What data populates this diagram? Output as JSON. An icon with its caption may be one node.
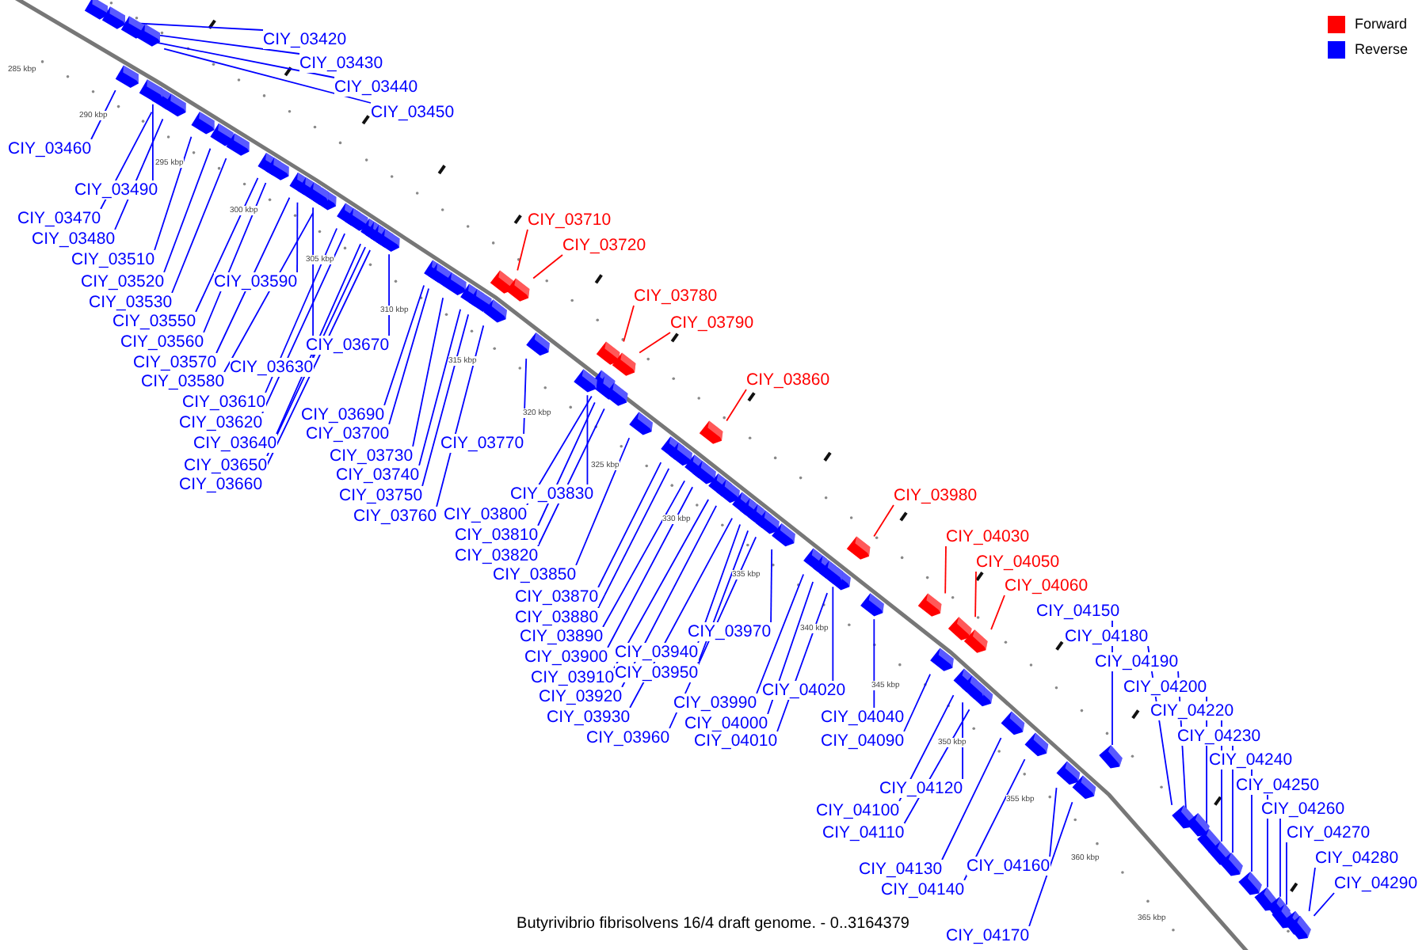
{
  "diagram": {
    "caption": "Butyrivibrio fibrisolvens 16/4 draft genome. - 0..3164379",
    "nodes": [
      {
        "text": [
          "CIY_03420"
        ]
      },
      {
        "text": [
          "CIY_03430"
        ]
      },
      {
        "text": [
          "CIY_03440"
        ]
      },
      {
        "text": [
          "CIY_03450"
        ]
      },
      {
        "text": [
          "CIY_03460"
        ]
      },
      {
        "text": [
          "CIY_03470"
        ]
      },
      {
        "text": [
          "CIY_03480"
        ]
      },
      {
        "text": [
          "CIY_03490"
        ]
      },
      {
        "text": [
          "CIY_03510"
        ]
      },
      {
        "text": [
          "CIY_03520"
        ]
      },
      {
        "text": [
          "CIY_03530"
        ]
      },
      {
        "text": [
          "CIY_03550"
        ]
      },
      {
        "text": [
          "CIY_03560"
        ]
      },
      {
        "text": [
          "CIY_03570"
        ]
      },
      {
        "text": [
          "CIY_03580"
        ]
      },
      {
        "text": [
          "CIY_03590"
        ]
      },
      {
        "text": [
          "CIY_03610"
        ]
      },
      {
        "text": [
          "CIY_03620"
        ]
      },
      {
        "text": [
          "CIY_03630"
        ]
      },
      {
        "text": [
          "CIY_03640"
        ]
      },
      {
        "text": [
          "CIY_03650"
        ]
      },
      {
        "text": [
          "CIY_03660"
        ]
      },
      {
        "text": [
          "CIY_03670"
        ]
      },
      {
        "text": [
          "CIY_03690"
        ]
      },
      {
        "text": [
          "CIY_03700"
        ]
      },
      {
        "text": [
          "CIY_03710"
        ]
      },
      {
        "text": [
          "CIY_03720"
        ]
      },
      {
        "text": [
          "CIY_03730"
        ]
      },
      {
        "text": [
          "CIY_03740"
        ]
      },
      {
        "text": [
          "CIY_03750"
        ]
      },
      {
        "text": [
          "CIY_03760"
        ]
      },
      {
        "text": [
          "CIY_03770"
        ]
      },
      {
        "text": [
          "CIY_03780"
        ]
      },
      {
        "text": [
          "CIY_03790"
        ]
      },
      {
        "text": [
          "CIY_03800"
        ]
      },
      {
        "text": [
          "CIY_03810"
        ]
      },
      {
        "text": [
          "CIY_03820"
        ]
      },
      {
        "text": [
          "CIY_03830"
        ]
      },
      {
        "text": [
          "CIY_03850"
        ]
      },
      {
        "text": [
          "CIY_03860"
        ]
      },
      {
        "text": [
          "CIY_03870"
        ]
      },
      {
        "text": [
          "CIY_03880"
        ]
      },
      {
        "text": [
          "CIY_03890"
        ]
      },
      {
        "text": [
          "CIY_03900"
        ]
      },
      {
        "text": [
          "CIY_03910"
        ]
      },
      {
        "text": [
          "CIY_03920"
        ]
      },
      {
        "text": [
          "CIY_03930"
        ]
      },
      {
        "text": [
          "CIY_03940"
        ]
      },
      {
        "text": [
          "CIY_03950"
        ]
      },
      {
        "text": [
          "CIY_03960"
        ]
      },
      {
        "text": [
          "CIY_03970"
        ]
      },
      {
        "text": [
          "CIY_03980"
        ]
      },
      {
        "text": [
          "CIY_03990"
        ]
      },
      {
        "text": [
          "CIY_04000"
        ]
      },
      {
        "text": [
          "CIY_04010"
        ]
      },
      {
        "text": [
          "CIY_04020"
        ]
      },
      {
        "text": [
          "CIY_04030"
        ]
      },
      {
        "text": [
          "CIY_04040"
        ]
      },
      {
        "text": [
          "CIY_04050"
        ]
      },
      {
        "text": [
          "CIY_04060"
        ]
      },
      {
        "text": [
          "CIY_04090"
        ]
      },
      {
        "text": [
          "CIY_04100"
        ]
      },
      {
        "text": [
          "CIY_04110"
        ]
      },
      {
        "text": [
          "CIY_04120"
        ]
      },
      {
        "text": [
          "CIY_04130"
        ]
      },
      {
        "text": [
          "CIY_04140"
        ]
      },
      {
        "text": [
          "CIY_04150"
        ]
      },
      {
        "text": [
          "CIY_04160"
        ]
      },
      {
        "text": [
          "CIY_04170"
        ]
      },
      {
        "text": [
          "CIY_04180"
        ]
      },
      {
        "text": [
          "CIY_04190"
        ]
      },
      {
        "text": [
          "CIY_04200"
        ]
      },
      {
        "text": [
          "CIY_04220"
        ]
      },
      {
        "text": [
          "CIY_04230"
        ]
      },
      {
        "text": [
          "CIY_04240"
        ]
      },
      {
        "text": [
          "CIY_04250"
        ]
      },
      {
        "text": [
          "CIY_04260"
        ]
      },
      {
        "text": [
          "CIY_04270"
        ]
      },
      {
        "text": [
          "CIY_04280"
        ]
      },
      {
        "text": [
          "CIY_04290"
        ]
      },
      {
        "text": [],
        "shape": "bar"
      },
      {
        "text": [],
        "shape": "bar"
      },
      {
        "text": [],
        "shape": "bar"
      },
      {
        "text": [],
        "shape": "bar"
      },
      {
        "text": [],
        "shape": "bar"
      },
      {
        "text": [],
        "shape": "bar"
      },
      {
        "text": [],
        "shape": "bar"
      },
      {
        "text": [],
        "shape": "bar"
      },
      {
        "text": [],
        "shape": "bar"
      },
      {
        "text": [],
        "shape": "bar"
      },
      {
        "text": [],
        "shape": "bar"
      },
      {
        "text": [],
        "shape": "bar"
      },
      {
        "text": [],
        "shape": "bar"
      },
      {
        "text": [],
        "shape": "bar"
      },
      {
        "text": [],
        "shape": "bar"
      },
      {
        "text": [],
        "shape": "bar"
      },
      {
        "text": [],
        "shape": "bar"
      },
      {
        "text": [],
        "shape": "bar"
      },
      {
        "text": [],
        "shape": "bar"
      },
      {
        "text": [],
        "shape": "bar"
      },
      {
        "text": [],
        "shape": "bar"
      },
      {
        "text": [],
        "shape": "bar"
      },
      {
        "text": [],
        "shape": "bar"
      },
      {
        "text": [],
        "shape": "bar"
      },
      {
        "text": [],
        "shape": "bar"
      },
      {
        "text": [],
        "shape": "bar"
      },
      {
        "text": [],
        "shape": "bar"
      },
      {
        "text": [],
        "shape": "bar"
      },
      {
        "text": [],
        "shape": "bar"
      },
      {
        "text": [],
        "shape": "bar"
      },
      {
        "text": [],
        "shape": "bar"
      },
      {
        "text": [],
        "shape": "bar"
      },
      {
        "text": [],
        "shape": "bar"
      },
      {
        "text": [],
        "shape": "bar"
      },
      {
        "text": [],
        "shape": "bar"
      },
      {
        "text": [],
        "shape": "bar"
      },
      {
        "text": [],
        "shape": "bar"
      },
      {
        "text": [],
        "shape": "bar"
      },
      {
        "text": [],
        "shape": "bar"
      },
      {
        "text": [],
        "shape": "bar"
      },
      {
        "text": [],
        "shape": "bar"
      },
      {
        "text": [],
        "shape": "bar"
      },
      {
        "text": [],
        "shape": "bar"
      },
      {
        "text": [],
        "shape": "bar"
      },
      {
        "text": [],
        "shape": "bar"
      },
      {
        "text": [],
        "shape": "bar"
      },
      {
        "text": [],
        "shape": "bar"
      },
      {
        "text": [],
        "shape": "bar"
      },
      {
        "text": [],
        "shape": "bar"
      },
      {
        "text": [],
        "shape": "bar"
      },
      {
        "text": [],
        "shape": "bar"
      },
      {
        "text": [],
        "shape": "bar"
      },
      {
        "text": [],
        "shape": "bar"
      },
      {
        "text": [],
        "shape": "bar"
      },
      {
        "text": [],
        "shape": "bar"
      },
      {
        "text": [],
        "shape": "bar"
      },
      {
        "text": [],
        "shape": "bar"
      },
      {
        "text": [],
        "shape": "bar"
      },
      {
        "text": [],
        "shape": "bar"
      },
      {
        "text": [],
        "shape": "bar"
      },
      {
        "text": [],
        "shape": "bar"
      },
      {
        "text": [],
        "shape": "bar"
      },
      {
        "text": [],
        "shape": "bar"
      },
      {
        "text": [],
        "shape": "bar"
      },
      {
        "text": [],
        "shape": "bar"
      },
      {
        "text": [],
        "shape": "bar"
      },
      {
        "text": [],
        "shape": "bar"
      },
      {
        "text": [],
        "shape": "bar"
      },
      {
        "text": [],
        "shape": "bar"
      },
      {
        "text": [],
        "shape": "bar"
      },
      {
        "text": [],
        "shape": "bar"
      },
      {
        "text": [],
        "shape": "bar"
      },
      {
        "text": [],
        "shape": "bar"
      },
      {
        "text": [],
        "shape": "bar"
      },
      {
        "text": [],
        "shape": "bar"
      },
      {
        "text": [],
        "shape": "bar"
      },
      {
        "text": [],
        "shape": "bar"
      },
      {
        "text": [],
        "shape": "bar"
      },
      {
        "text": [],
        "shape": "bar"
      },
      {
        "text": [],
        "shape": "bar"
      }
    ],
    "edges": [
      {
        "from": 0,
        "to": 80,
        "arrow": "none"
      },
      {
        "from": 1,
        "to": 81,
        "arrow": "none"
      },
      {
        "from": 2,
        "to": 82,
        "arrow": "none"
      },
      {
        "from": 3,
        "to": 83,
        "arrow": "none"
      },
      {
        "from": 4,
        "to": 84,
        "arrow": "none"
      },
      {
        "from": 5,
        "to": 85,
        "arrow": "none"
      },
      {
        "from": 6,
        "to": 86,
        "arrow": "none"
      },
      {
        "from": 7,
        "to": 87,
        "arrow": "none"
      },
      {
        "from": 8,
        "to": 88,
        "arrow": "none"
      },
      {
        "from": 9,
        "to": 89,
        "arrow": "none"
      },
      {
        "from": 10,
        "to": 90,
        "arrow": "none"
      },
      {
        "from": 11,
        "to": 91,
        "arrow": "none"
      },
      {
        "from": 12,
        "to": 92,
        "arrow": "none"
      },
      {
        "from": 13,
        "to": 93,
        "arrow": "none"
      },
      {
        "from": 14,
        "to": 94,
        "arrow": "none"
      },
      {
        "from": 15,
        "to": 95,
        "arrow": "none"
      },
      {
        "from": 16,
        "to": 96,
        "arrow": "none"
      },
      {
        "from": 17,
        "to": 97,
        "arrow": "none"
      },
      {
        "from": 18,
        "to": 98,
        "arrow": "none"
      },
      {
        "from": 19,
        "to": 99,
        "arrow": "none"
      },
      {
        "from": 20,
        "to": 100,
        "arrow": "none"
      },
      {
        "from": 21,
        "to": 101,
        "arrow": "none"
      },
      {
        "from": 22,
        "to": 102,
        "arrow": "none"
      },
      {
        "from": 23,
        "to": 103,
        "arrow": "none"
      },
      {
        "from": 24,
        "to": 104,
        "arrow": "none"
      },
      {
        "from": 25,
        "to": 105,
        "arrow": "none",
        "color": "#ff0000"
      },
      {
        "from": 26,
        "to": 106,
        "arrow": "none",
        "color": "#ff0000"
      },
      {
        "from": 27,
        "to": 107,
        "arrow": "none"
      },
      {
        "from": 28,
        "to": 108,
        "arrow": "none"
      },
      {
        "from": 29,
        "to": 109,
        "arrow": "none"
      },
      {
        "from": 30,
        "to": 110,
        "arrow": "none"
      },
      {
        "from": 31,
        "to": 111,
        "arrow": "none"
      },
      {
        "from": 32,
        "to": 112,
        "arrow": "none",
        "color": "#ff0000"
      },
      {
        "from": 33,
        "to": 113,
        "arrow": "none",
        "color": "#ff0000"
      },
      {
        "from": 34,
        "to": 114,
        "arrow": "none"
      },
      {
        "from": 35,
        "to": 115,
        "arrow": "none"
      },
      {
        "from": 36,
        "to": 116,
        "arrow": "none"
      },
      {
        "from": 37,
        "to": 117,
        "arrow": "none"
      },
      {
        "from": 38,
        "to": 118,
        "arrow": "none"
      },
      {
        "from": 39,
        "to": 119,
        "arrow": "none",
        "color": "#ff0000"
      },
      {
        "from": 40,
        "to": 120,
        "arrow": "none"
      },
      {
        "from": 41,
        "to": 121,
        "arrow": "none"
      },
      {
        "from": 42,
        "to": 122,
        "arrow": "none"
      },
      {
        "from": 43,
        "to": 123,
        "arrow": "none"
      },
      {
        "from": 44,
        "to": 124,
        "arrow": "none"
      },
      {
        "from": 45,
        "to": 125,
        "arrow": "none"
      },
      {
        "from": 46,
        "to": 126,
        "arrow": "none"
      },
      {
        "from": 47,
        "to": 127,
        "arrow": "none"
      },
      {
        "from": 48,
        "to": 128,
        "arrow": "none"
      },
      {
        "from": 49,
        "to": 129,
        "arrow": "none"
      },
      {
        "from": 50,
        "to": 130,
        "arrow": "none"
      },
      {
        "from": 51,
        "to": 131,
        "arrow": "none",
        "color": "#ff0000"
      },
      {
        "from": 52,
        "to": 132,
        "arrow": "none"
      },
      {
        "from": 53,
        "to": 133,
        "arrow": "none"
      },
      {
        "from": 54,
        "to": 134,
        "arrow": "none"
      },
      {
        "from": 55,
        "to": 135,
        "arrow": "none"
      },
      {
        "from": 56,
        "to": 136,
        "arrow": "none",
        "color": "#ff0000"
      },
      {
        "from": 57,
        "to": 137,
        "arrow": "none"
      },
      {
        "from": 58,
        "to": 138,
        "arrow": "none",
        "color": "#ff0000"
      },
      {
        "from": 59,
        "to": 139,
        "arrow": "none",
        "color": "#ff0000"
      },
      {
        "from": 60,
        "to": 140,
        "arrow": "none"
      },
      {
        "from": 61,
        "to": 141,
        "arrow": "none"
      },
      {
        "from": 62,
        "to": 142,
        "arrow": "none"
      },
      {
        "from": 63,
        "to": 143,
        "arrow": "none"
      },
      {
        "from": 64,
        "to": 144,
        "arrow": "none"
      },
      {
        "from": 65,
        "to": 145,
        "arrow": "none"
      },
      {
        "from": 66,
        "to": 146,
        "arrow": "none"
      },
      {
        "from": 67,
        "to": 147,
        "arrow": "none"
      },
      {
        "from": 68,
        "to": 148,
        "arrow": "none"
      },
      {
        "from": 69,
        "to": 149,
        "arrow": "none"
      },
      {
        "from": 70,
        "to": 150,
        "arrow": "none"
      },
      {
        "from": 71,
        "to": 151,
        "arrow": "none"
      },
      {
        "from": 72,
        "to": 152,
        "arrow": "none"
      },
      {
        "from": 73,
        "to": 153,
        "arrow": "none"
      },
      {
        "from": 74,
        "to": 154,
        "arrow": "none"
      },
      {
        "from": 75,
        "to": 155,
        "arrow": "none"
      },
      {
        "from": 76,
        "to": 156,
        "arrow": "none"
      },
      {
        "from": 77,
        "to": 157,
        "arrow": "none"
      },
      {
        "from": 78,
        "to": 158,
        "arrow": "none"
      },
      {
        "from": 79,
        "to": 159,
        "arrow": "none"
      }
    ],
    "labels": [
      "285 kbp",
      "290 kbp",
      "295 kbp",
      "300 kbp",
      "305 kbp",
      "310 kbp",
      "315 kbp",
      "320 kbp",
      "325 kbp",
      "330 kbp",
      "335 kbp",
      "340 kbp",
      "345 kbp",
      "350 kbp",
      "355 kbp",
      "360 kbp",
      "365 kbp"
    ],
    "legend": [
      {
        "text": "Forward",
        "color": "#ff0000"
      },
      {
        "text": "Reverse",
        "color": "#0000ff"
      }
    ]
  }
}
